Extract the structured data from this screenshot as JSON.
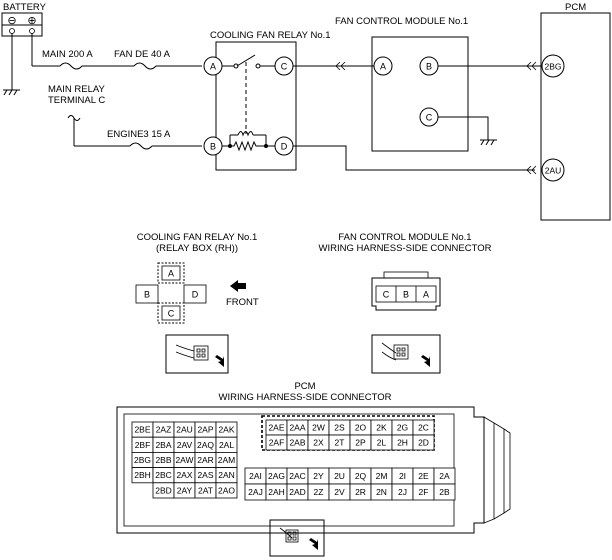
{
  "labels": {
    "battery": "BATTERY",
    "battery_minus": "⊖",
    "battery_plus": "⊕",
    "main_fuse": "MAIN 200 A",
    "fan_fuse": "FAN DE 40 A",
    "main_relay": "MAIN RELAY",
    "main_relay_terminal": "TERMINAL C",
    "engine_fuse": "ENGINE3 15 A",
    "relay_title": "COOLING FAN RELAY No.1",
    "fcm_title": "FAN CONTROL MODULE No.1",
    "pcm_title": "PCM"
  },
  "relay_terminals": [
    "A",
    "C",
    "B",
    "D"
  ],
  "fcm_terminals": [
    "A",
    "B",
    "C"
  ],
  "pcm_terminals": [
    "2BG",
    "2AU"
  ],
  "relay_connector": {
    "title1": "COOLING FAN RELAY No.1",
    "title2": "(RELAY BOX (RH))",
    "pins": [
      "A",
      "B",
      "D",
      "C"
    ],
    "front": "FRONT"
  },
  "fcm_connector": {
    "title1": "FAN CONTROL MODULE No.1",
    "title2": "WIRING HARNESS-SIDE CONNECTOR",
    "pins": [
      "C",
      "B",
      "A"
    ]
  },
  "pcm_connector": {
    "title1": "PCM",
    "title2": "WIRING HARNESS-SIDE CONNECTOR",
    "left_block": [
      [
        "2BE",
        "2AZ",
        "2AU",
        "2AP",
        "2AK"
      ],
      [
        "2BF",
        "2BA",
        "2AV",
        "2AQ",
        "2AL"
      ],
      [
        "2BG",
        "2BB",
        "2AW",
        "2AR",
        "2AM"
      ],
      [
        "2BH",
        "2BC",
        "2AX",
        "2AS",
        "2AN"
      ],
      [
        "",
        "2BD",
        "2AY",
        "2AT",
        "2AO"
      ]
    ],
    "top_right": [
      [
        "2AE",
        "2AA",
        "2W",
        "2S",
        "2O",
        "2K",
        "2G",
        "2C"
      ],
      [
        "2AF",
        "2AB",
        "2X",
        "2T",
        "2P",
        "2L",
        "2H",
        "2D"
      ]
    ],
    "bottom_right": [
      [
        "2AI",
        "2AG",
        "2AC",
        "2Y",
        "2U",
        "2Q",
        "2M",
        "2I",
        "2E",
        "2A"
      ],
      [
        "2AJ",
        "2AH",
        "2AD",
        "2Z",
        "2V",
        "2R",
        "2N",
        "2J",
        "2F",
        "2B"
      ]
    ]
  }
}
